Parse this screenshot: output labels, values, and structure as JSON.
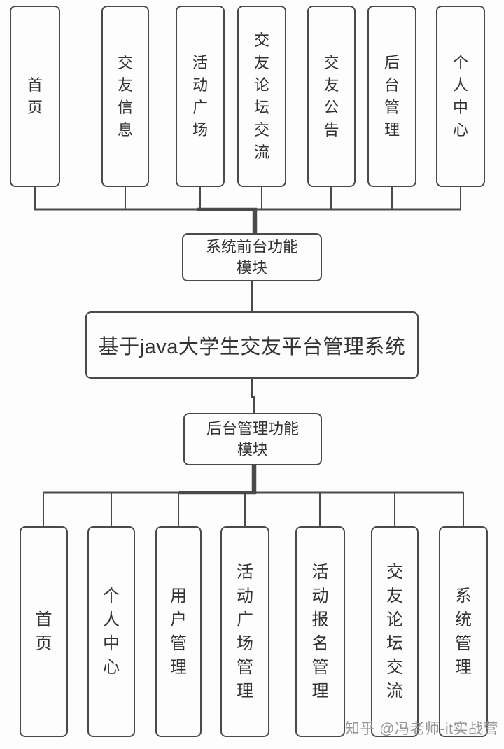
{
  "diagram": {
    "root_title": "基于java大学生交友平台管理系统",
    "front_module": "系统前台功能模块",
    "back_module": "后台管理功能模块",
    "front_items": [
      "首页",
      "交友信息",
      "活动广场",
      "交友论坛交流",
      "交友公告",
      "后台管理",
      "个人中心"
    ],
    "back_items": [
      "首页",
      "个人中心",
      "用户管理",
      "活动广场管理",
      "活动报名管理",
      "交友论坛交流",
      "系统管理"
    ]
  },
  "watermark": {
    "text": "知乎 @冯老师-it实战营"
  },
  "colors": {
    "line": "#4a4a4a",
    "text": "#333333",
    "background": "#fdfdfd",
    "watermark_text": "#878787"
  }
}
